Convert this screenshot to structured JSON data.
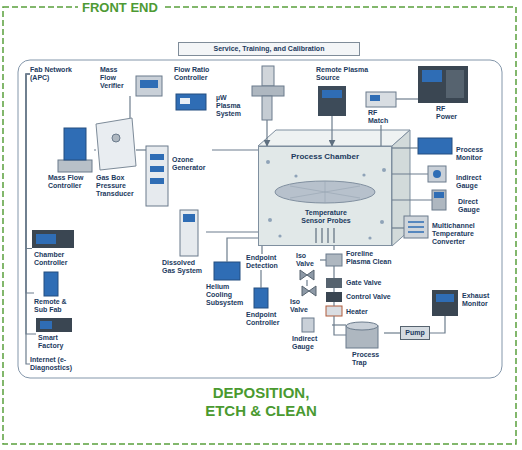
{
  "diagram": {
    "title": "FRONT END",
    "caption": "DEPOSITION, ETCH & CLEAN",
    "nodes": [
      {
        "text": [
          "Service, Training, and Calibration"
        ]
      },
      {
        "text": [
          "Fab Network (APC)"
        ]
      },
      {
        "text": [
          "Mass Flow Verifier"
        ]
      },
      {
        "text": [
          "Flow Ratio Controller"
        ]
      },
      {
        "text": [
          "µW Plasma System"
        ]
      },
      {
        "text": [
          "Remote Plasma Source"
        ]
      },
      {
        "text": [
          "RF Match"
        ]
      },
      {
        "text": [
          "RF Power"
        ]
      },
      {
        "text": [
          "Mass Flow Controller"
        ]
      },
      {
        "text": [
          "Gas Box Pressure Transducer"
        ]
      },
      {
        "text": [
          "Ozone Generator"
        ]
      },
      {
        "text": [
          "Process Chamber",
          "Temperature Sensor Probes"
        ]
      },
      {
        "text": [
          "Process Monitor"
        ]
      },
      {
        "text": [
          "Indirect Gauge"
        ]
      },
      {
        "text": [
          "Direct Gauge"
        ]
      },
      {
        "text": [
          "Multichannel Temperature Converter"
        ]
      },
      {
        "text": [
          "Chamber Controller"
        ]
      },
      {
        "text": [
          "Dissolved Gas System"
        ]
      },
      {
        "text": [
          "Endpoint Detection"
        ]
      },
      {
        "text": [
          "Iso Valve"
        ]
      },
      {
        "text": [
          "Foreline Plasma Clean"
        ]
      },
      {
        "text": [
          "Gate Valve"
        ]
      },
      {
        "text": [
          "Helium Cooling Subsystem"
        ]
      },
      {
        "text": [
          "Iso Valve"
        ]
      },
      {
        "text": [
          "Control Valve"
        ]
      },
      {
        "text": [
          "Remote & Sub Fab"
        ]
      },
      {
        "text": [
          "Heater"
        ]
      },
      {
        "text": [
          "Exhaust Monitor"
        ]
      },
      {
        "text": [
          "Pump"
        ]
      },
      {
        "text": [
          "Endpoint Controller"
        ]
      },
      {
        "text": [
          "Indirect Gauge"
        ]
      },
      {
        "text": [
          "Process Trap"
        ]
      },
      {
        "text": [
          "Smart Factory"
        ]
      },
      {
        "text": [
          "Internet (e-Diagnostics)"
        ]
      }
    ],
    "edges": [
      {
        "from": 2,
        "to": 9,
        "arrow": "none"
      },
      {
        "from": 8,
        "to": 9,
        "arrow": "none"
      },
      {
        "from": 9,
        "to": 10,
        "arrow": "none"
      },
      {
        "from": 10,
        "to": 11,
        "arrow": "none"
      },
      {
        "from": 4,
        "to": 11,
        "arrow": "to"
      },
      {
        "from": 5,
        "to": 11,
        "arrow": "to"
      },
      {
        "from": 7,
        "to": 6,
        "arrow": "none"
      },
      {
        "from": 6,
        "to": 11,
        "arrow": "none"
      },
      {
        "from": 12,
        "to": 11,
        "arrow": "none"
      },
      {
        "from": 13,
        "to": 11,
        "arrow": "none"
      },
      {
        "from": 14,
        "to": 11,
        "arrow": "none"
      },
      {
        "from": 15,
        "to": 11,
        "arrow": "none"
      },
      {
        "from": 1,
        "to": 16,
        "arrow": "none"
      },
      {
        "from": 1,
        "to": 25,
        "arrow": "none"
      },
      {
        "from": 1,
        "to": 32,
        "arrow": "none"
      },
      {
        "from": 1,
        "to": 33,
        "arrow": "none"
      },
      {
        "from": 17,
        "to": 11,
        "arrow": "none"
      },
      {
        "from": 22,
        "to": 11,
        "arrow": "none"
      },
      {
        "from": 18,
        "to": 11,
        "arrow": "none"
      },
      {
        "from": 29,
        "to": 18,
        "arrow": "none"
      },
      {
        "from": 11,
        "to": 20,
        "arrow": "none"
      },
      {
        "from": 19,
        "to": 20,
        "arrow": "none"
      },
      {
        "from": 23,
        "to": 19,
        "arrow": "none"
      },
      {
        "from": 20,
        "to": 21,
        "arrow": "none"
      },
      {
        "from": 21,
        "to": 24,
        "arrow": "none"
      },
      {
        "from": 24,
        "to": 26,
        "arrow": "none"
      },
      {
        "from": 26,
        "to": 31,
        "arrow": "none"
      },
      {
        "from": 30,
        "to": 31,
        "arrow": "none"
      },
      {
        "from": 31,
        "to": 28,
        "arrow": "none"
      },
      {
        "from": 28,
        "to": 27,
        "arrow": "none"
      }
    ]
  }
}
